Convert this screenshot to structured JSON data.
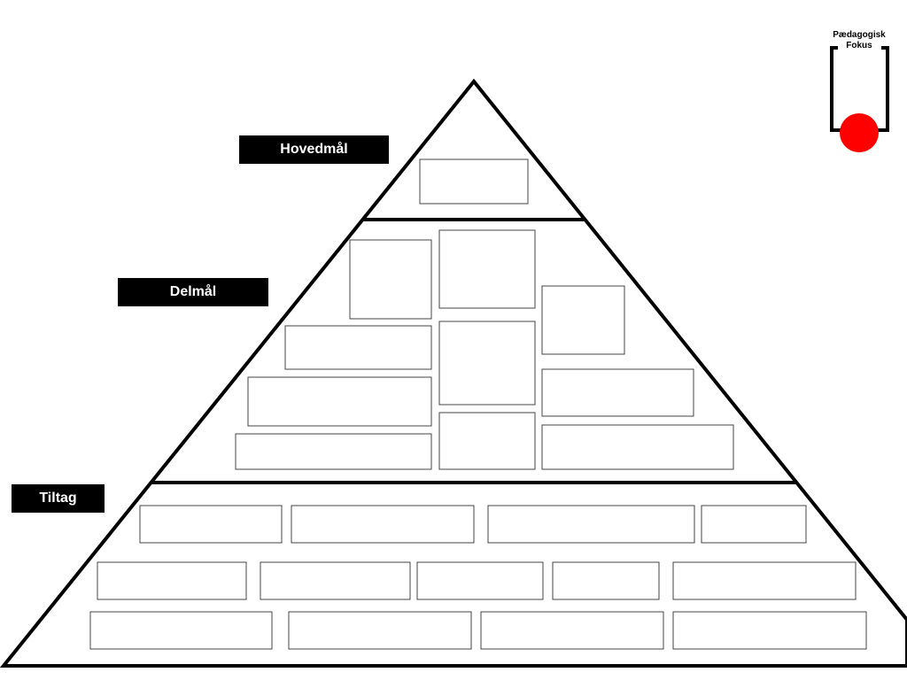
{
  "sections": {
    "main_goal": {
      "label": "Hovedmål"
    },
    "sub_goals": {
      "label": "Delmål"
    },
    "actions": {
      "label": "Tiltag"
    }
  },
  "logo": {
    "line1": "Pædagogisk",
    "line2": "Fokus",
    "dot_color": "#ff0000"
  },
  "colors": {
    "outline": "#000000",
    "box_border": "#444444",
    "label_bg": "#000000",
    "label_text": "#ffffff"
  }
}
